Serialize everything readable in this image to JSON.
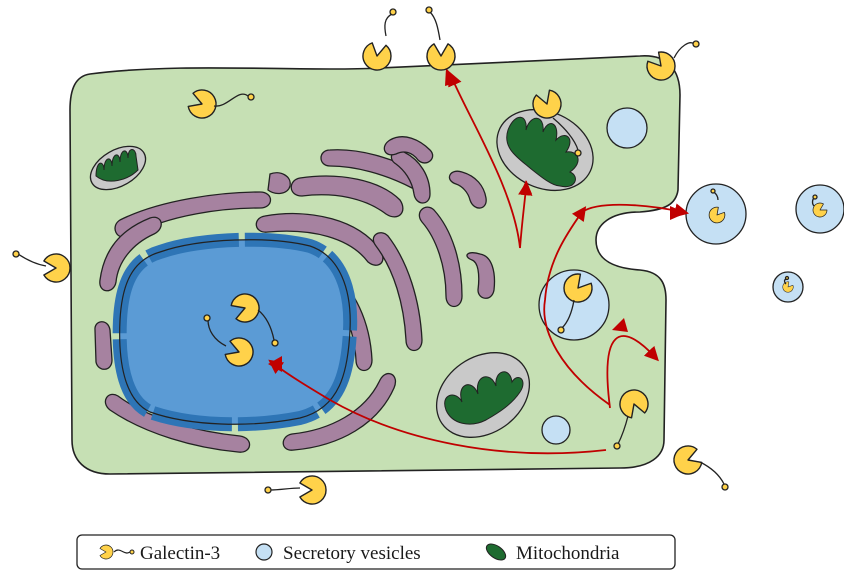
{
  "colors": {
    "cytoplasm": "#c6e0b4",
    "nucleus": "#5b9bd5",
    "nuclear_envelope": "#2e75b6",
    "er": "#a682a0",
    "mito_outer": "#c9c9c9",
    "mito_inner": "#1e6b30",
    "vesicle": "#c5e0f4",
    "galectin": "#ffd24a",
    "arrow": "#c00000"
  },
  "icons": [
    "galectin-icon",
    "vesicle-icon",
    "mitochondrion-icon"
  ],
  "legend": {
    "galectin": "Galectin-3",
    "vesicles": "Secretory vesicles",
    "mitochondria": "Mitochondria"
  }
}
